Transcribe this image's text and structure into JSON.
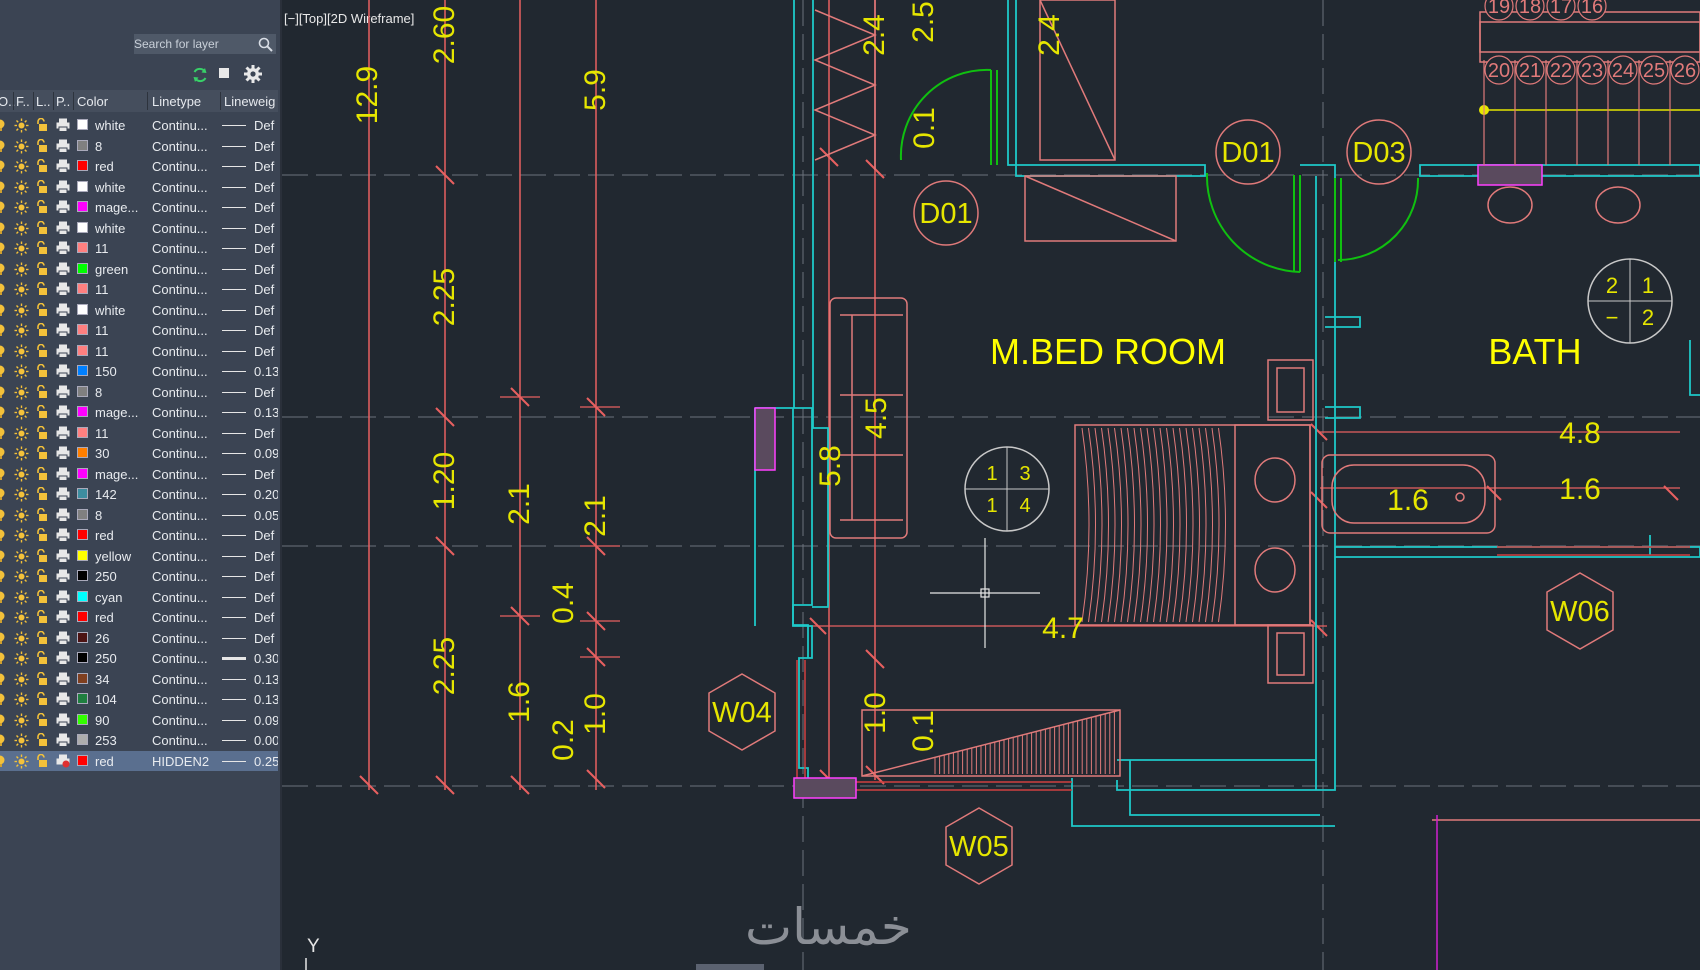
{
  "panel": {
    "search_placeholder": "Search for layer",
    "columns": [
      "O..",
      "F..",
      "L..",
      "P..",
      "Color",
      "Linetype",
      "Lineweig"
    ],
    "layers": [
      {
        "color": "white",
        "hex": "#ffffff",
        "linetype": "Continu...",
        "lineweight": "Def"
      },
      {
        "color": "8",
        "hex": "#808080",
        "linetype": "Continu...",
        "lineweight": "Def"
      },
      {
        "color": "red",
        "hex": "#ff0000",
        "linetype": "Continu...",
        "lineweight": "Def"
      },
      {
        "color": "white",
        "hex": "#ffffff",
        "linetype": "Continu...",
        "lineweight": "Def"
      },
      {
        "color": "mage...",
        "hex": "#ff00ff",
        "linetype": "Continu...",
        "lineweight": "Def"
      },
      {
        "color": "white",
        "hex": "#ffffff",
        "linetype": "Continu...",
        "lineweight": "Def"
      },
      {
        "color": "11",
        "hex": "#ff8080",
        "linetype": "Continu...",
        "lineweight": "Def"
      },
      {
        "color": "green",
        "hex": "#00ff00",
        "linetype": "Continu...",
        "lineweight": "Def"
      },
      {
        "color": "11",
        "hex": "#ff8080",
        "linetype": "Continu...",
        "lineweight": "Def"
      },
      {
        "color": "white",
        "hex": "#ffffff",
        "linetype": "Continu...",
        "lineweight": "Def"
      },
      {
        "color": "11",
        "hex": "#ff8080",
        "linetype": "Continu...",
        "lineweight": "Def"
      },
      {
        "color": "11",
        "hex": "#ff8080",
        "linetype": "Continu...",
        "lineweight": "Def"
      },
      {
        "color": "150",
        "hex": "#0080ff",
        "linetype": "Continu...",
        "lineweight": "0.13"
      },
      {
        "color": "8",
        "hex": "#808080",
        "linetype": "Continu...",
        "lineweight": "Def"
      },
      {
        "color": "mage...",
        "hex": "#ff00ff",
        "linetype": "Continu...",
        "lineweight": "0.13"
      },
      {
        "color": "11",
        "hex": "#ff8080",
        "linetype": "Continu...",
        "lineweight": "Def"
      },
      {
        "color": "30",
        "hex": "#ff7f00",
        "linetype": "Continu...",
        "lineweight": "0.09"
      },
      {
        "color": "mage...",
        "hex": "#ff00ff",
        "linetype": "Continu...",
        "lineweight": "Def"
      },
      {
        "color": "142",
        "hex": "#3d8da0",
        "linetype": "Continu...",
        "lineweight": "0.20"
      },
      {
        "color": "8",
        "hex": "#808080",
        "linetype": "Continu...",
        "lineweight": "0.05"
      },
      {
        "color": "red",
        "hex": "#ff0000",
        "linetype": "Continu...",
        "lineweight": "Def"
      },
      {
        "color": "yellow",
        "hex": "#ffff00",
        "linetype": "Continu...",
        "lineweight": "Def"
      },
      {
        "color": "250",
        "hex": "#000000",
        "linetype": "Continu...",
        "lineweight": "Def"
      },
      {
        "color": "cyan",
        "hex": "#00ffff",
        "linetype": "Continu...",
        "lineweight": "Def"
      },
      {
        "color": "red",
        "hex": "#ff0000",
        "linetype": "Continu...",
        "lineweight": "Def"
      },
      {
        "color": "26",
        "hex": "#4c1313",
        "linetype": "Continu...",
        "lineweight": "Def"
      },
      {
        "color": "250",
        "hex": "#000000",
        "linetype": "Continu...",
        "lineweight": "0.30"
      },
      {
        "color": "34",
        "hex": "#7f3f1f",
        "linetype": "Continu...",
        "lineweight": "0.13"
      },
      {
        "color": "104",
        "hex": "#1f7f3f",
        "linetype": "Continu...",
        "lineweight": "0.13"
      },
      {
        "color": "90",
        "hex": "#33ff00",
        "linetype": "Continu...",
        "lineweight": "0.09"
      },
      {
        "color": "253",
        "hex": "#adadad",
        "linetype": "Continu...",
        "lineweight": "0.00"
      },
      {
        "color": "red",
        "hex": "#ff0000",
        "linetype": "HIDDEN2",
        "lineweight": "0.25",
        "selected": true
      }
    ]
  },
  "viewport": {
    "label": "[−][Top][2D Wireframe]"
  },
  "drawing": {
    "room_labels": [
      "M.BED ROOM",
      "BATH"
    ],
    "door_tags": [
      "D01",
      "D01",
      "D03"
    ],
    "window_tags": [
      "W04",
      "W05",
      "W06"
    ],
    "dim_col_a": [
      "12.9"
    ],
    "dim_col_b": [
      "2.60",
      "2.25",
      "1.20",
      "2.25"
    ],
    "dim_col_c": [
      "2.1",
      "1.6",
      "0.4",
      "0.2"
    ],
    "dim_col_d": [
      "5.9",
      "2.1",
      "1.0"
    ],
    "dim_misc": [
      "2.4",
      "2.5",
      "0.1",
      "2.4",
      "4.5",
      "5.8",
      "4.7",
      "1.0",
      "0.1",
      "4.8",
      "1.6",
      "1.6"
    ],
    "stair_numbers_top": [
      "19",
      "18",
      "17",
      "16"
    ],
    "stair_numbers_bottom": [
      "20",
      "21",
      "22",
      "23",
      "24",
      "25",
      "26"
    ],
    "grid_symbol_bed": [
      "1",
      "3",
      "1",
      "4"
    ],
    "grid_symbol_bath": [
      "2",
      "1",
      "−",
      "2"
    ],
    "axis_label": "Y"
  },
  "watermark": "خمسات",
  "colors": {
    "background": "#212830",
    "panel": "#3b4453",
    "wall": "#00cccc",
    "furniture": "#e07a7a",
    "dimension": "#e6e600",
    "door": "#00cc00"
  }
}
